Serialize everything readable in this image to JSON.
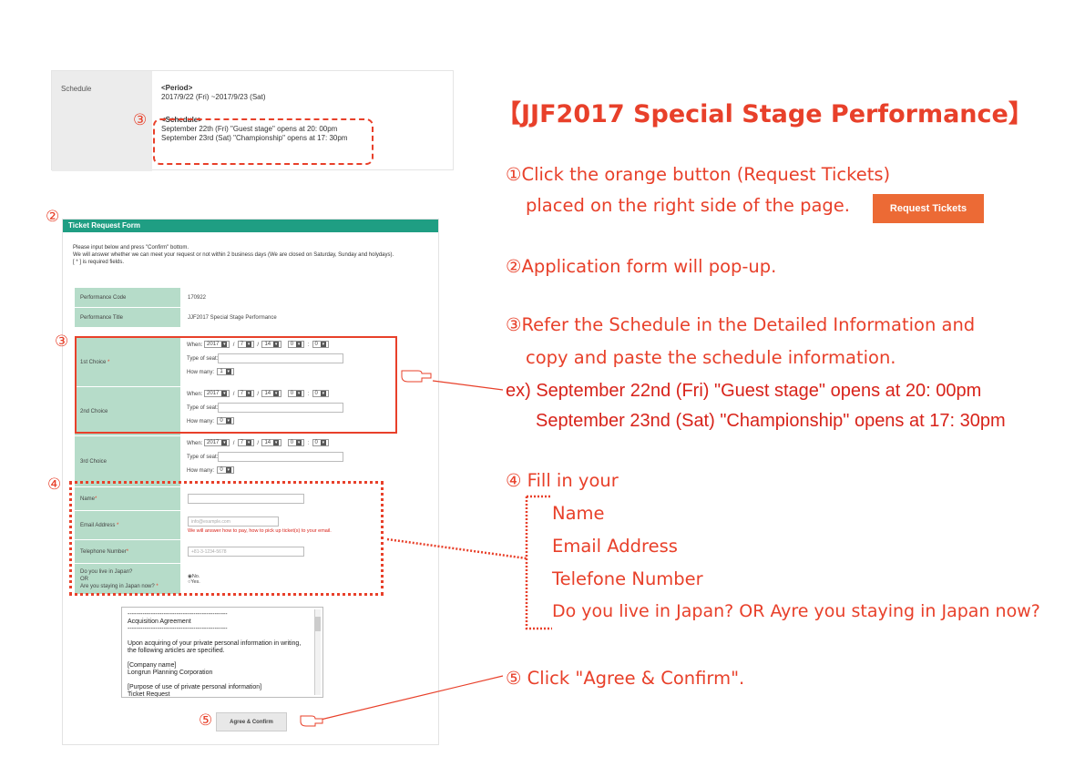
{
  "schedule_panel": {
    "label": "Schedule",
    "period_heading": "<Period>",
    "period_value": "2017/9/22 (Fri) ~2017/9/23 (Sat)",
    "schedule_heading": "<Schedule>",
    "schedule_line1": "September 22th (Fri) \"Guest stage\" opens at 20: 00pm",
    "schedule_line2": "September 23rd (Sat) \"Championship\" opens at 17: 30pm"
  },
  "markers": {
    "m1": "③",
    "m2": "②",
    "m3": "③",
    "m4": "④",
    "m5": "⑤"
  },
  "form": {
    "header": "Ticket Request Form",
    "intro1": "Please input below and press \"Confirm\" bottom.",
    "intro2": "We will answer whether we can meet your request or not within 2 business days (We are closed on Saturday, Sunday and holydays).",
    "intro3": "[ * ] is required fields.",
    "performance_code_label": "Performance Code",
    "performance_code_value": "170922",
    "performance_title_label": "Performance Title",
    "performance_title_value": "JJF2017 Special Stage Performance",
    "when_label": "When:",
    "seat_label": "Type of seat:",
    "howmany_label": "How many:",
    "slash": "/",
    "colon": ":",
    "choices": [
      {
        "label": "1st Choice",
        "required": "*",
        "year": "2017",
        "month": "7",
        "day": "14",
        "hour": "0",
        "minute": "0",
        "count": "1"
      },
      {
        "label": "2nd Choice",
        "required": "",
        "year": "2017",
        "month": "7",
        "day": "14",
        "hour": "0",
        "minute": "0",
        "count": "0"
      },
      {
        "label": "3rd Choice",
        "required": "",
        "year": "2017",
        "month": "7",
        "day": "14",
        "hour": "0",
        "minute": "0",
        "count": "0"
      }
    ],
    "name_label": "Name",
    "email_label": "Email Address",
    "email_placeholder": "info@example.com",
    "email_note": "We will answer how to pay, how to pick up ticket(s) to your email.",
    "tel_label": "Telephone Number",
    "tel_placeholder": "+81-3-1234-5678",
    "japan_label1": "Do you live in Japan?",
    "japan_label2": "OR",
    "japan_label3": "Are you staying in Japan now?",
    "required_mark": "*",
    "radio_no": "No.",
    "radio_yes": "Yes.",
    "agreement_lines": [
      "-----------------------------------------------",
      "Acquisition Agreement",
      "-----------------------------------------------",
      "",
      "Upon acquiring of your private personal information in writing, the following articles are specified.",
      "",
      "[Company name]",
      "Longrun Planning Corporation",
      "",
      "[Purpose of use of private personal information]",
      "Ticket Request"
    ],
    "agree_button": "Agree & Confirm"
  },
  "right": {
    "title": "【JJF2017 Special Stage Performance】",
    "step1_line1": "①Click the orange button (Request Tickets)",
    "step1_line2": "placed on the right side of the page.",
    "request_button": "Request Tickets",
    "step2": "②Application form will pop-up.",
    "step3_line1": "③Refer the Schedule in the Detailed Information and",
    "step3_line2": "copy and paste the schedule information.",
    "ex_line1": "ex) September 22nd (Fri) \"Guest stage\" opens at 20: 00pm",
    "ex_line2": "September 23nd (Sat) \"Championship\" opens at 17: 30pm",
    "step4_title": "④ Fill in your",
    "step4_items": [
      "Name",
      "Email Address",
      "Telefone Number",
      "Do you live in Japan? OR Ayre you staying in Japan now?"
    ],
    "step5": "⑤ Click \"Agree & Confirm\"."
  },
  "colors": {
    "accent": "#e8402a",
    "form_header": "#1f9e83",
    "label_bg": "#b6dcc9",
    "request_button": "#ec6a35"
  }
}
